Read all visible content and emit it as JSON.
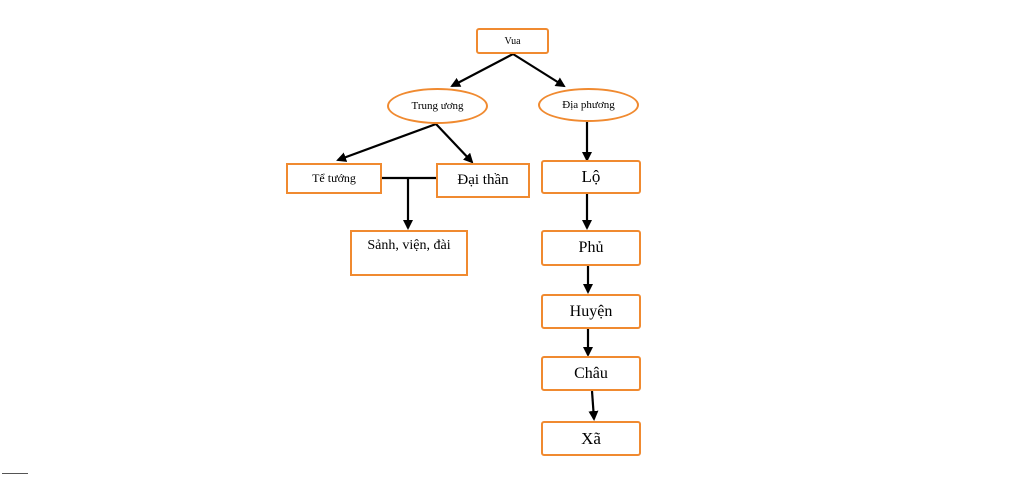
{
  "nodes": {
    "vua": "Vua",
    "trung_uong": "Trung ương",
    "dia_phuong": "Địa phương",
    "te_tuong": "Tể tướng",
    "dai_than": "Đại thần",
    "sanh_vien_dai": "Sảnh, viện, đài",
    "lo": "Lộ",
    "phu": "Phủ",
    "huyen": "Huyện",
    "chau": "Châu",
    "xa": "Xã"
  },
  "colors": {
    "border": "#f08a30",
    "arrow": "#000000"
  }
}
